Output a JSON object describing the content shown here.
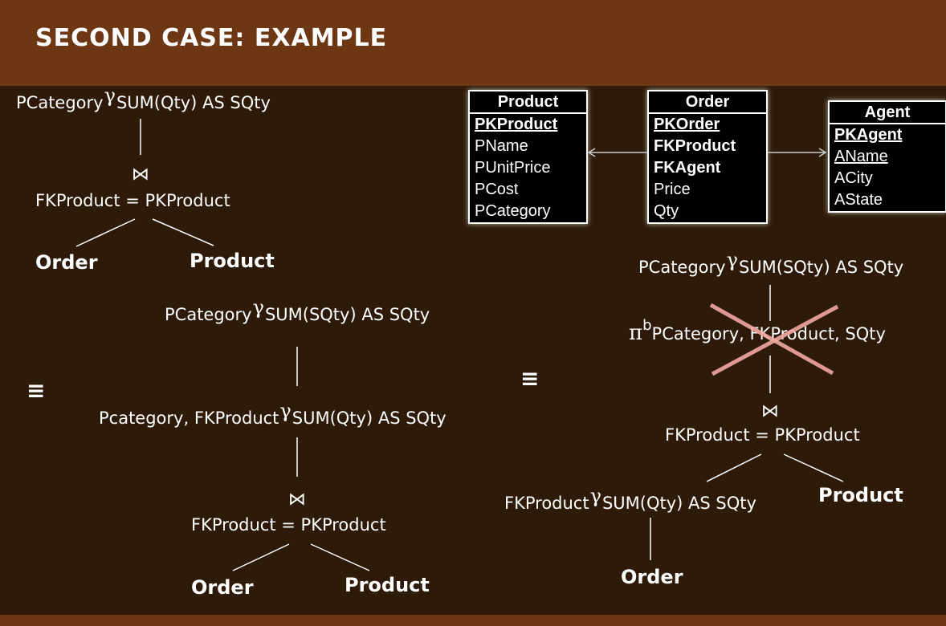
{
  "slide": {
    "title": "SECOND CASE: EXAMPLE"
  },
  "symbols": {
    "gamma": "γ",
    "join": "⋈",
    "equiv": "≡",
    "pi": "π",
    "pi_sup": "b"
  },
  "tree_left_top": {
    "group_attr": "PCategory",
    "agg": "SUM(Qty) AS SQty",
    "join_cond": "FKProduct = PKProduct",
    "left": "Order",
    "right": "Product"
  },
  "tree_left_bottom": {
    "group_attr": "PCategory",
    "agg": "SUM(SQty) AS SQty",
    "group_attr2": "Pcategory, FKProduct",
    "agg2": "SUM(Qty) AS SQty",
    "join_cond": "FKProduct = PKProduct",
    "left": "Order",
    "right": "Product"
  },
  "tree_right": {
    "group_attr": "PCategory",
    "agg": "SUM(SQty) AS SQty",
    "proj_attrs": "PCategory, FKProduct, SQty",
    "join_cond": "FKProduct = PKProduct",
    "group_attr2": "FKProduct",
    "agg2": "SUM(Qty) AS SQty",
    "left": "Order",
    "right": "Product"
  },
  "schema": {
    "product": {
      "name": "Product",
      "fields": [
        "PKProduct",
        "PName",
        "PUnitPrice",
        "PCost",
        "PCategory"
      ]
    },
    "order": {
      "name": "Order",
      "fields": [
        "PKOrder",
        "FKProduct",
        "FKAgent",
        "Price",
        "Qty"
      ]
    },
    "agent": {
      "name": "Agent",
      "fields": [
        "PKAgent",
        "AName",
        "ACity",
        "AState"
      ]
    }
  },
  "colors": {
    "header": "#6e3713",
    "background": "#2e1a08",
    "cross": "#f2a7a2"
  }
}
